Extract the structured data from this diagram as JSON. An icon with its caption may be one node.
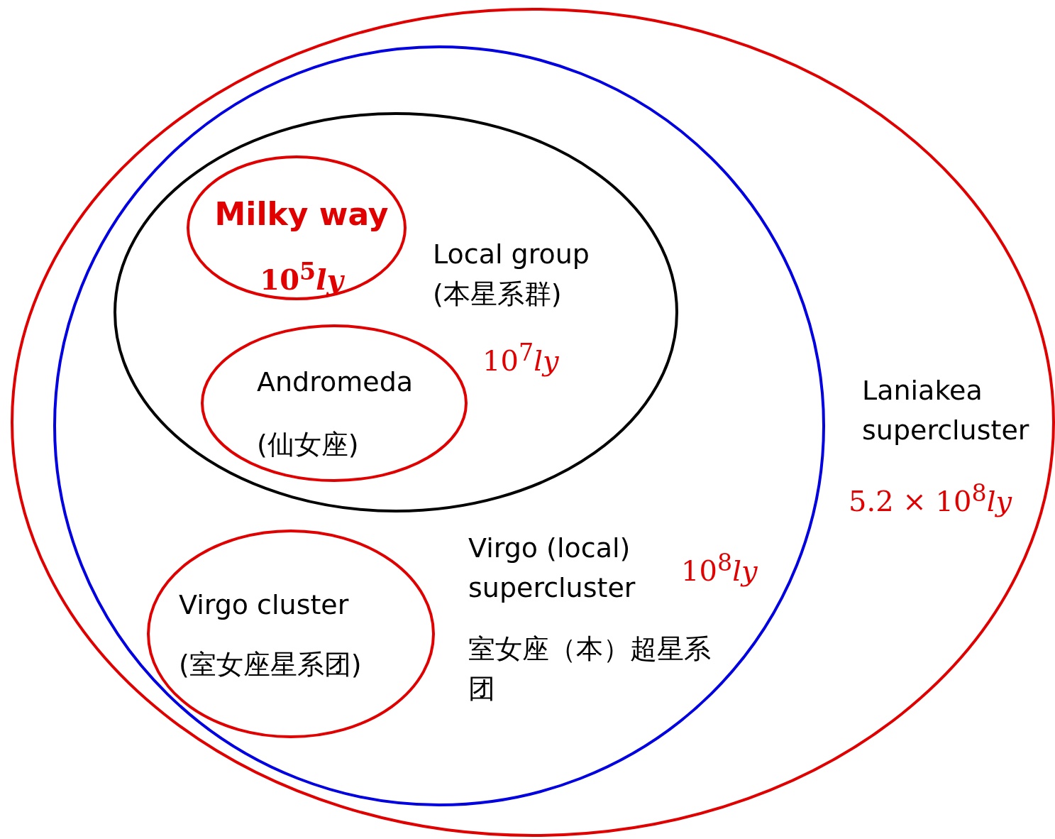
{
  "diagram": {
    "nodes": [
      {
        "text": [
          "Laniakea supercluster",
          "5.2 × 10$^{8}$*ly*"
        ]
      },
      {
        "text": [
          "Virgo (local) supercluster",
          "10$^{8}$*ly*",
          "室女座（本）超星系团"
        ],
        "in": 0
      },
      {
        "text": [
          "Local group (本星系群)",
          "10$^{7}$*ly*"
        ],
        "in": 1
      },
      {
        "text": [
          "Milky way",
          "10$^{5}$*ly*"
        ],
        "in": 2
      },
      {
        "text": [
          "Andromeda",
          "(仙女座)"
        ],
        "in": 2
      },
      {
        "text": [
          "Virgo cluster",
          "(室女座星系团)"
        ],
        "in": 1
      }
    ]
  }
}
